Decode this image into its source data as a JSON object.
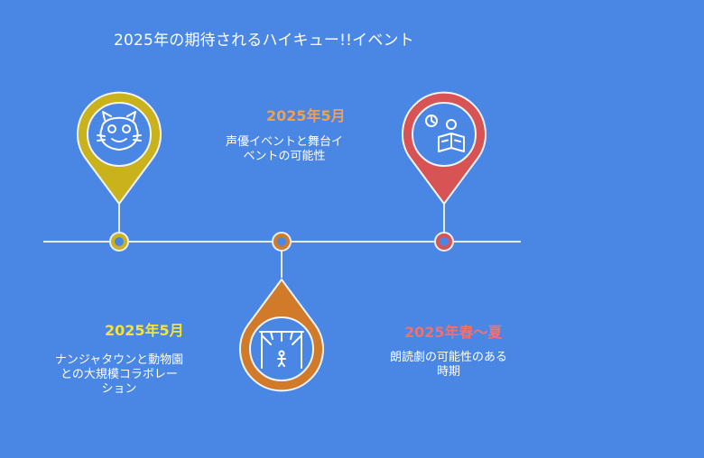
{
  "title": "2025年の期待されるハイキュー!!イベント",
  "colors": {
    "background": "#4a87e4",
    "yellow": "#c9b21c",
    "orange": "#d07a2a",
    "red": "#d85454",
    "yellow_text": "#f5e23a",
    "orange_text": "#f0a050",
    "red_text": "#f07070"
  },
  "events": [
    {
      "date": "2025年5月",
      "description_lines": [
        "ナンジャタウンと動物園",
        "との大規模コラボレー",
        "ション"
      ],
      "icon": "cat-mascot-icon",
      "color": "#c9b21c"
    },
    {
      "date": "2025年5月",
      "description_lines": [
        "声優イベントと舞台イ",
        "ベントの可能性"
      ],
      "icon": "stage-icon",
      "color": "#d07a2a"
    },
    {
      "date": "2025年春～夏",
      "description_lines": [
        "朗読劇の可能性のある",
        "時期"
      ],
      "icon": "reading-icon",
      "color": "#d85454"
    }
  ]
}
